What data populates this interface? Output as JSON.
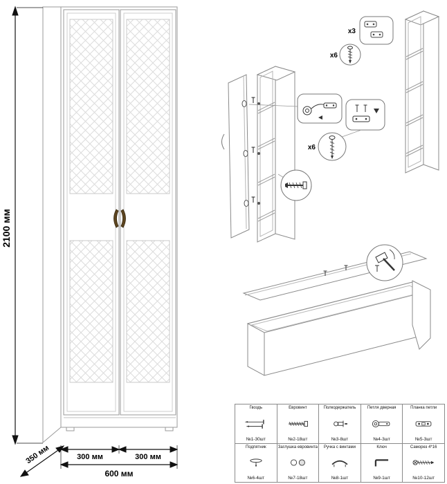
{
  "dimensions": {
    "height": "2100 мм",
    "depth": "350 мм",
    "door_left": "300 мм",
    "door_right": "300 мм",
    "width": "600 мм"
  },
  "assembly": {
    "hinge_plate_count": "x3",
    "screw_count_top": "x6",
    "screw_count_mid": "x6"
  },
  "parts": {
    "items": [
      {
        "name": "Гвоздь",
        "count": "№1-30шт",
        "icon": "nail-icon"
      },
      {
        "name": "Евровинт",
        "count": "№2-18шт",
        "icon": "confirmat-screw-icon"
      },
      {
        "name": "Полкодержатель",
        "count": "№3-8шт",
        "icon": "shelf-pin-icon"
      },
      {
        "name": "Петля дверная",
        "count": "№4-3шт",
        "icon": "door-hinge-icon"
      },
      {
        "name": "Планка петли",
        "count": "№5-3шт",
        "icon": "hinge-plate-icon"
      },
      {
        "name": "Подпятник",
        "count": "№6-4шт",
        "icon": "foot-pad-icon"
      },
      {
        "name": "Заглушка евровинта",
        "count": "№7-18шт",
        "icon": "screw-cap-icon"
      },
      {
        "name": "Ручка с винтами",
        "count": "№8-1шт",
        "icon": "handle-icon"
      },
      {
        "name": "Ключ",
        "count": "№9-1шт",
        "icon": "hex-key-icon"
      },
      {
        "name": "Саморез 4*16",
        "count": "№10-12шт",
        "icon": "self-tapping-screw-icon"
      }
    ]
  }
}
